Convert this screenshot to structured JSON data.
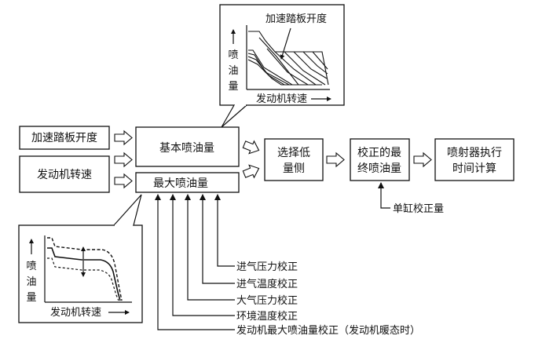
{
  "inputs": {
    "pedal": "加速踏板开度",
    "speed": "发动机转速"
  },
  "blocks": {
    "base_qty": "基本喷油量",
    "max_qty": "最大喷油量",
    "select_low_1": "选择低",
    "select_low_2": "量侧",
    "corrected_1": "校正的最",
    "corrected_2": "终喷油量",
    "injector_1": "喷射器执行",
    "injector_2": "时间计算"
  },
  "cylinder_correction": "单缸校正量",
  "corrections": [
    "进气压力校正",
    "进气温度校正",
    "大气压力校正",
    "环境温度校正",
    "发动机最大喷油量校正（发动机暖态时）"
  ],
  "top_graph": {
    "curve_label": "加速踏板开度",
    "y_chars": [
      "喷",
      "油",
      "量"
    ],
    "x_label": "发动机转速"
  },
  "bottom_graph": {
    "y_chars": [
      "喷",
      "油",
      "量"
    ],
    "x_label": "发动机转速"
  }
}
